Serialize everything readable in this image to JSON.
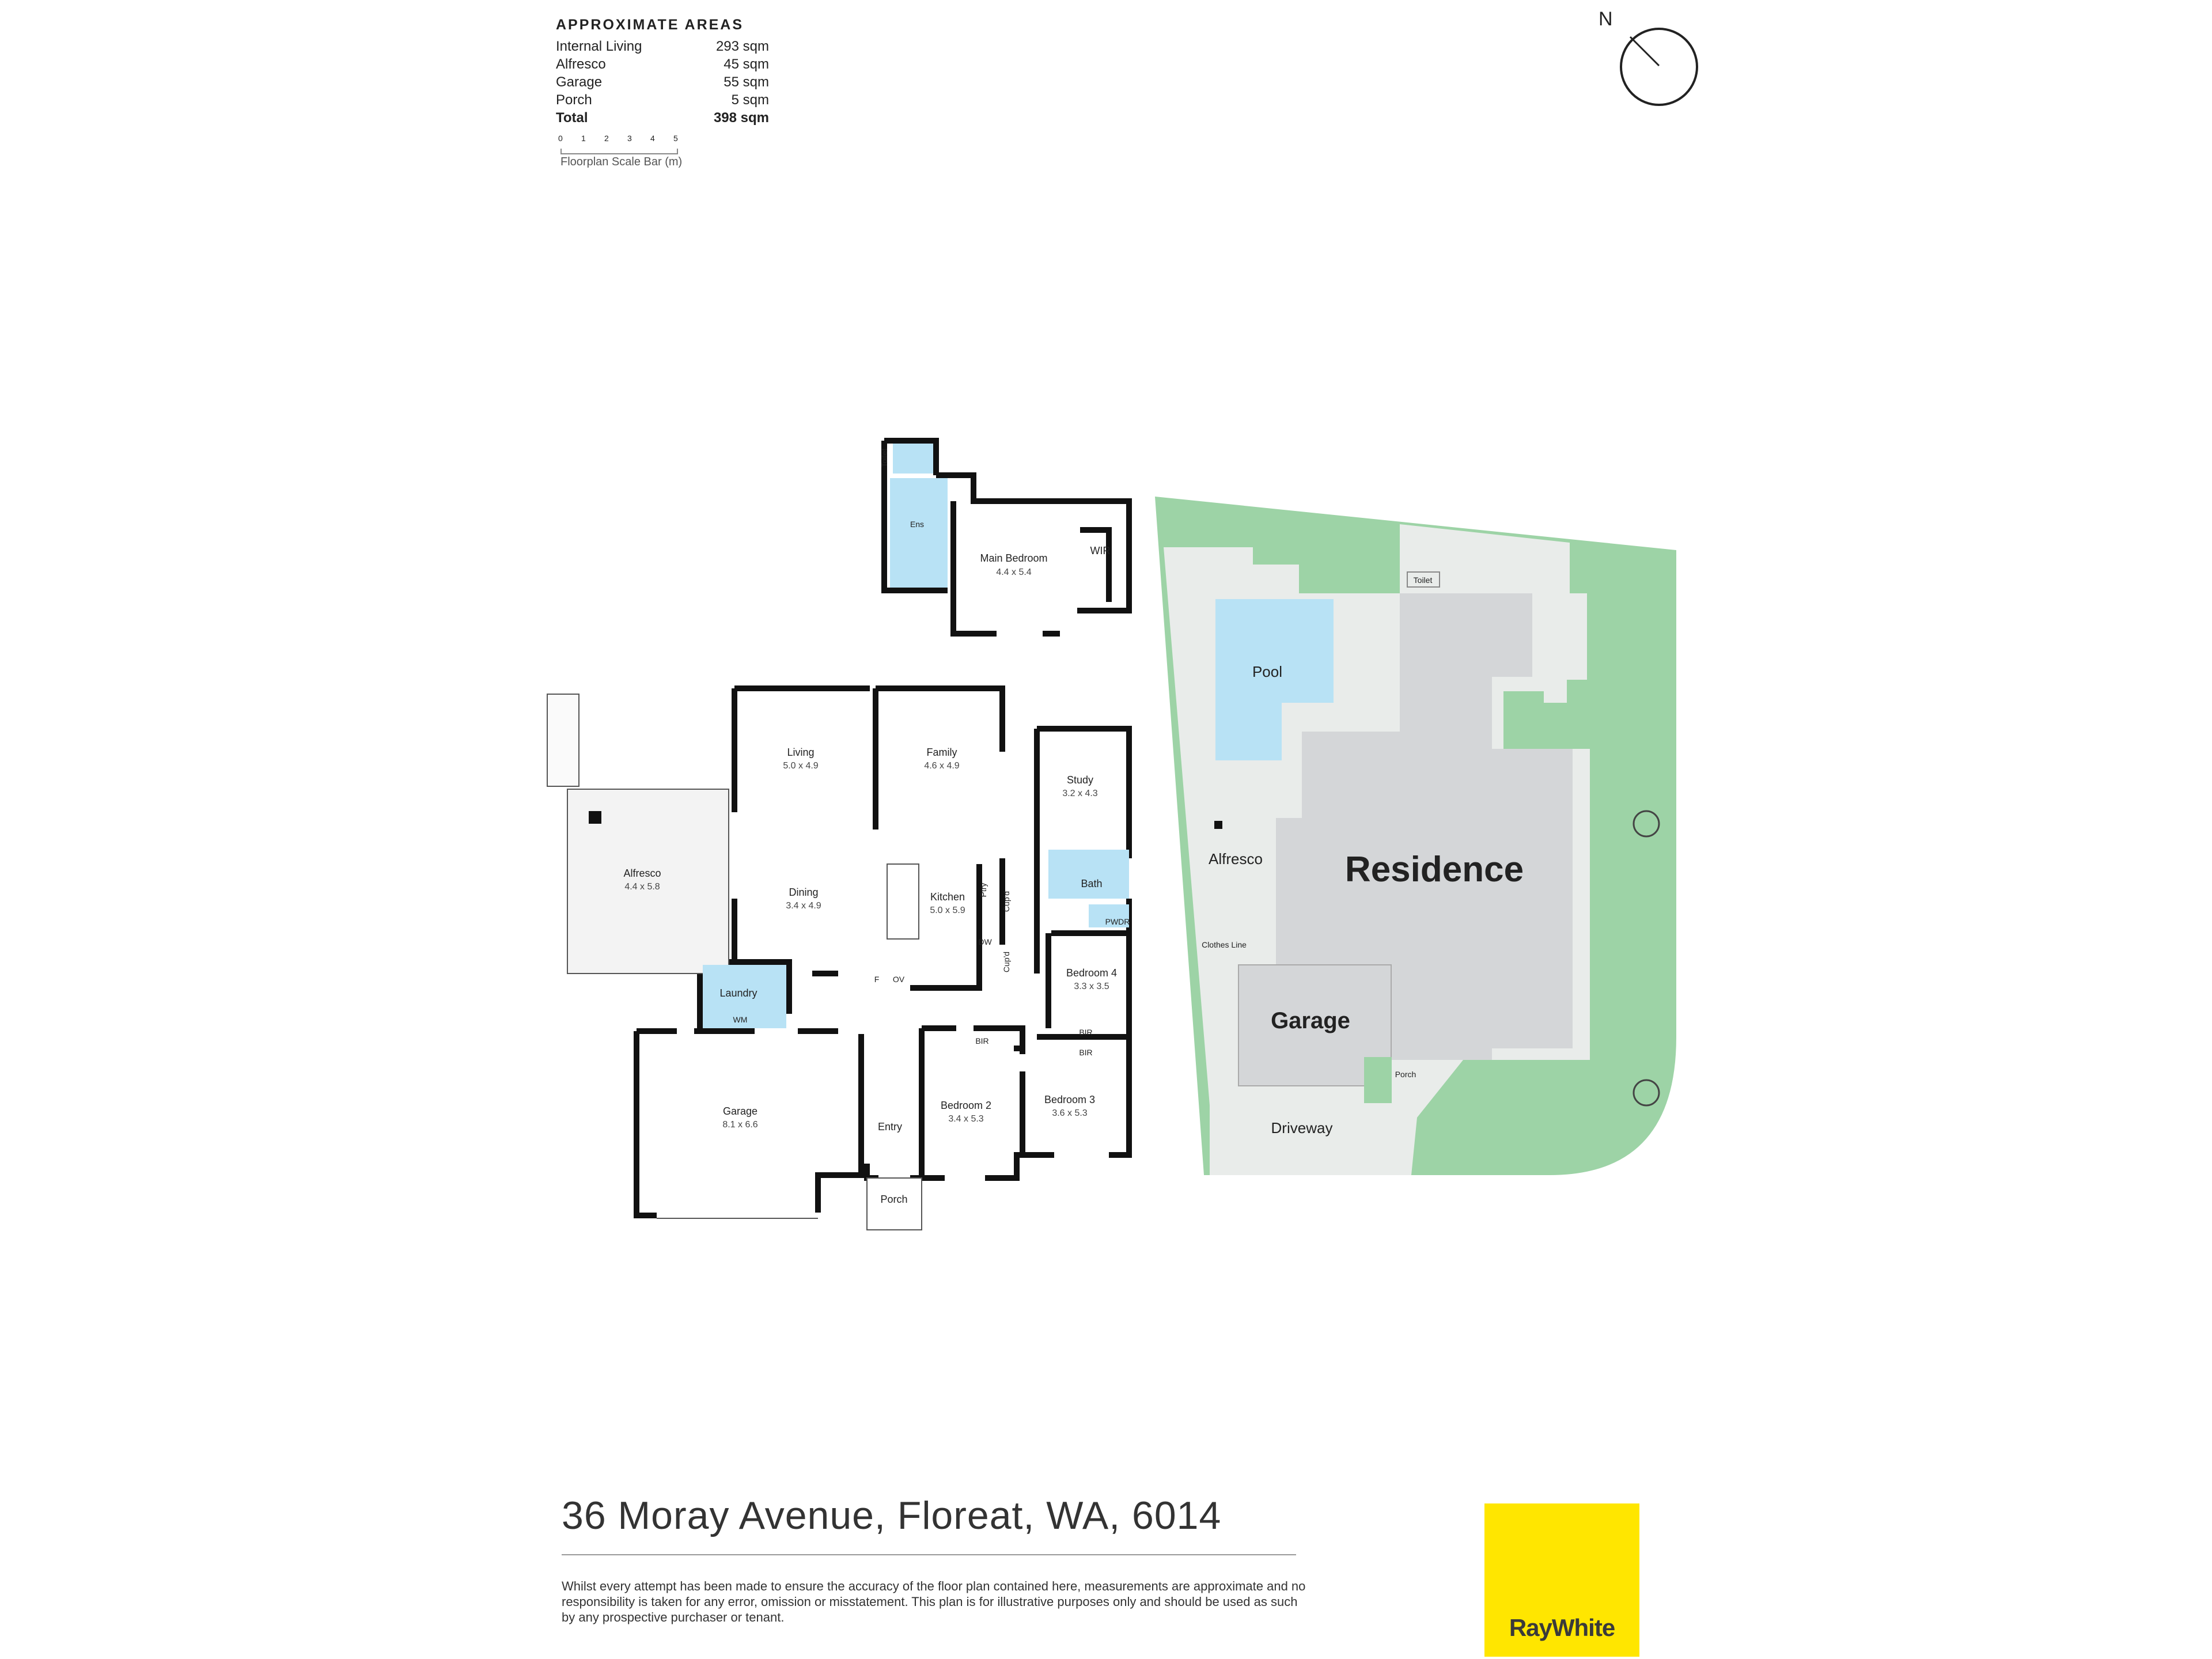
{
  "areas": {
    "heading": "APPROXIMATE AREAS",
    "rows": [
      {
        "label": "Internal Living",
        "value": "293 sqm"
      },
      {
        "label": "Alfresco",
        "value": "45 sqm"
      },
      {
        "label": "Garage",
        "value": "55 sqm"
      },
      {
        "label": "Porch",
        "value": "5 sqm"
      }
    ],
    "total": {
      "label": "Total",
      "value": "398 sqm"
    }
  },
  "scale_bar": {
    "ticks": [
      "0",
      "1",
      "2",
      "3",
      "4",
      "5"
    ],
    "caption": "Floorplan Scale Bar (m)"
  },
  "compass": {
    "label": "N"
  },
  "rooms": {
    "ens": "Ens",
    "toilet_small": "Toilet",
    "main_bedroom": {
      "name": "Main Bedroom",
      "dim": "4.4 x 5.4"
    },
    "wir": "WIR",
    "living": {
      "name": "Living",
      "dim": "5.0 x 4.9"
    },
    "family": {
      "name": "Family",
      "dim": "4.6 x 4.9"
    },
    "study": {
      "name": "Study",
      "dim": "3.2 x 4.3"
    },
    "alfresco": {
      "name": "Alfresco",
      "dim": "4.4 x 5.8"
    },
    "dining": {
      "name": "Dining",
      "dim": "3.4 x 4.9"
    },
    "kitchen": {
      "name": "Kitchen",
      "dim": "5.0 x 5.9"
    },
    "ptry": "Ptry",
    "cupd1": "Cup'd",
    "cupd2": "Cup'd",
    "dw": "DW",
    "f": "F",
    "ov": "OV",
    "bath": "Bath",
    "pwdr": "PWDR",
    "bedroom4": {
      "name": "Bedroom 4",
      "dim": "3.3 x 3.5"
    },
    "laundry": "Laundry",
    "wm": "WM",
    "garage": {
      "name": "Garage",
      "dim": "8.1 x 6.6"
    },
    "bir1": "BIR",
    "bir2": "BIR",
    "bir3": "BIR",
    "entry": "Entry",
    "bedroom2": {
      "name": "Bedroom 2",
      "dim": "3.4 x 5.3"
    },
    "bedroom3": {
      "name": "Bedroom 3",
      "dim": "3.6 x 5.3"
    },
    "porch": "Porch"
  },
  "site": {
    "pool": "Pool",
    "toilet": "Toilet",
    "alfresco": "Alfresco",
    "residence": "Residence",
    "clothes_line": "Clothes Line",
    "garage": "Garage",
    "porch": "Porch",
    "driveway": "Driveway"
  },
  "colors": {
    "grass": "#9dd3a6",
    "paving": "#e9ecea",
    "building": "#d4d6d8",
    "pool": "#b8e2f5",
    "wet_area": "#b8e2f5",
    "wall": "#111111",
    "brand_yellow": "#ffe600"
  },
  "footer": {
    "address": "36 Moray Avenue, Floreat, WA, 6014",
    "disclaimer": "Whilst every attempt has been made to ensure the accuracy of the floor plan contained here, measurements are approximate and no responsibility is taken for any error, omission or misstatement. This plan is for illustrative purposes only and should be used as such by any prospective purchaser or tenant.",
    "brand": "RayWhite"
  }
}
